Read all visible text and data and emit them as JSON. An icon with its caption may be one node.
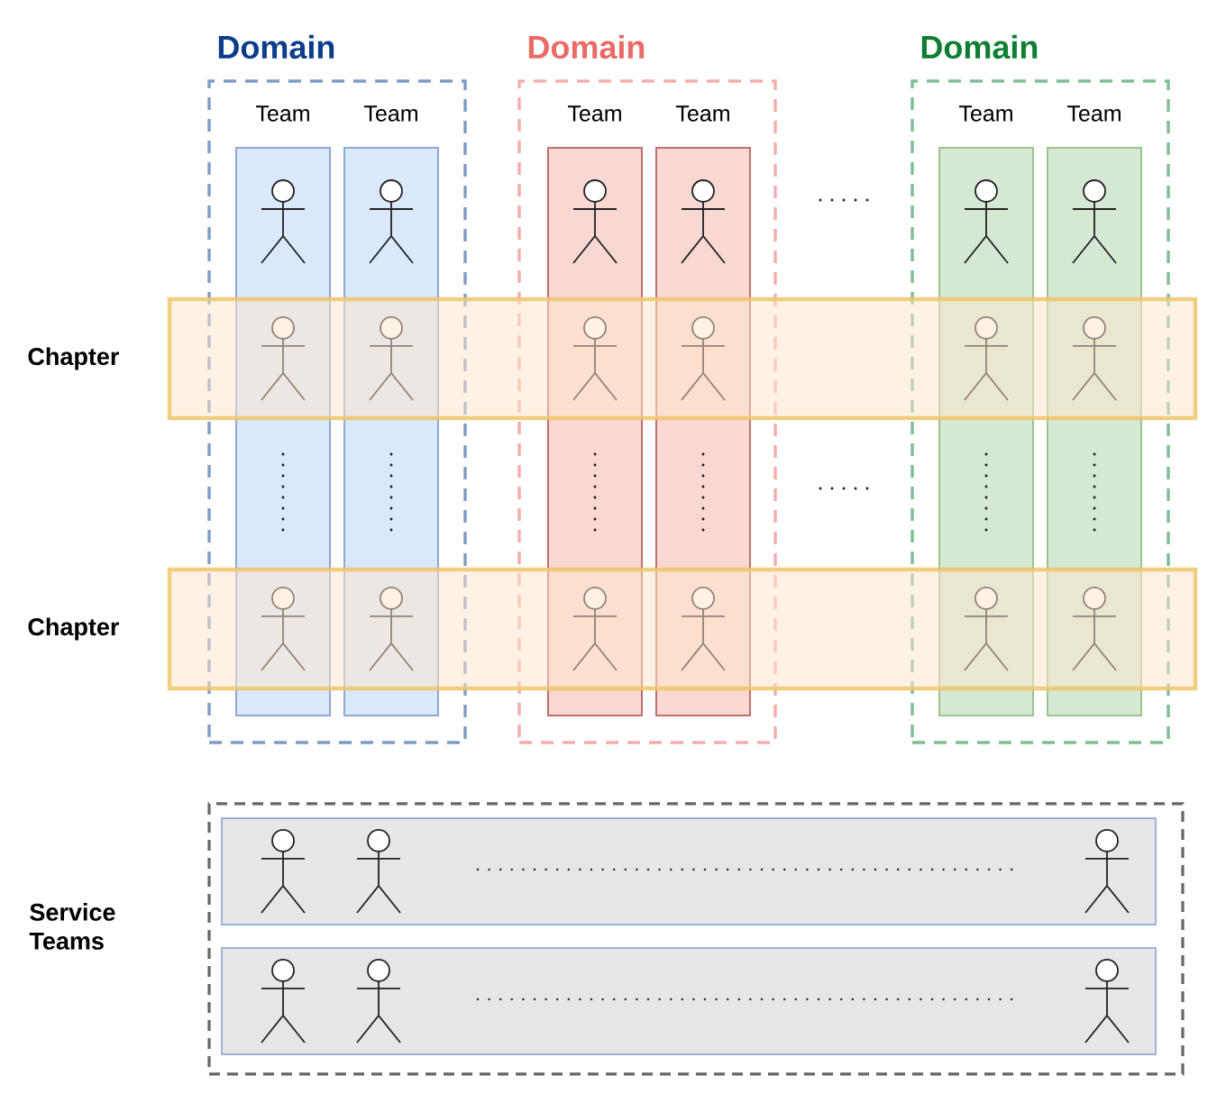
{
  "diagram": {
    "nodes": [
      {
        "text": [
          "Domain"
        ]
      },
      {
        "text": [
          "Team"
        ],
        "in": 0
      },
      {
        "text": [
          "Team"
        ],
        "in": 0
      },
      {
        "text": [
          "Domain"
        ]
      },
      {
        "text": [
          "Team"
        ],
        "in": 3
      },
      {
        "text": [
          "Team"
        ],
        "in": 3
      },
      {
        "text": [
          "Domain"
        ]
      },
      {
        "text": [
          "Team"
        ],
        "in": 6
      },
      {
        "text": [
          "Team"
        ],
        "in": 6
      },
      {
        "text": [
          "Chapter"
        ]
      },
      {
        "text": [
          "Chapter"
        ]
      },
      {
        "text": [
          "Service Teams"
        ]
      },
      {
        "text": [],
        "shape": "box",
        "in": 11
      },
      {
        "text": [],
        "shape": "box",
        "in": 11
      }
    ]
  }
}
